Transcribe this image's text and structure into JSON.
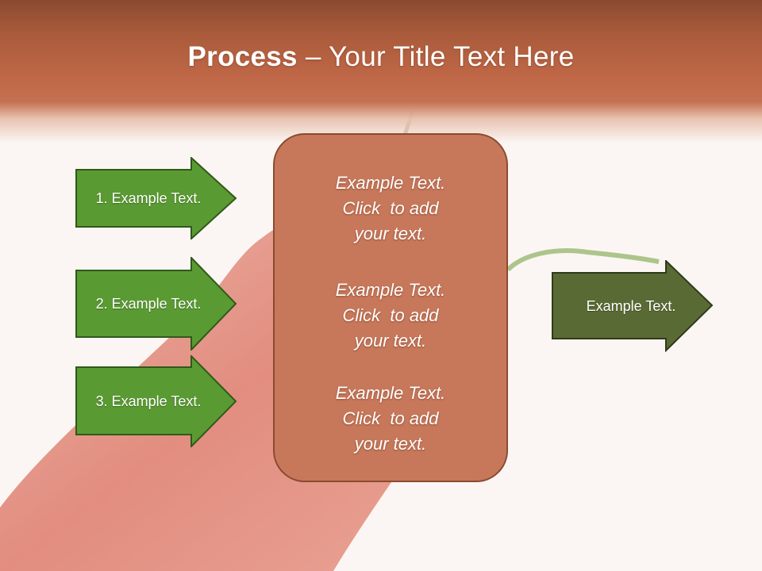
{
  "slide": {
    "title_bold": "Process",
    "title_rest": " – Your Title Text Here"
  },
  "left_arrows": [
    {
      "label": "1. Example Text."
    },
    {
      "label": "2. Example Text."
    },
    {
      "label": "3. Example Text."
    }
  ],
  "center_box": {
    "blocks": [
      {
        "line1": "Example Text.",
        "line2": "Click  to add",
        "line3": "your text."
      },
      {
        "line1": "Example Text.",
        "line2": "Click  to add",
        "line3": "your text."
      },
      {
        "line1": "Example Text.",
        "line2": "Click  to add",
        "line3": "your text."
      }
    ]
  },
  "right_arrow": {
    "label": "Example Text."
  },
  "colors": {
    "title_band": "#b8603e",
    "left_arrow_fill": "#5a9a32",
    "left_arrow_border": "#2f5a1a",
    "center_box_fill": "#c8785a",
    "right_arrow_fill": "#5a6a34"
  }
}
